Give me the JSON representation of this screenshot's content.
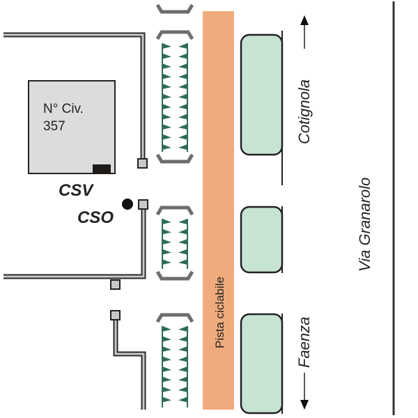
{
  "diagram": {
    "building": {
      "label_line1": "N° Civ.",
      "label_line2": "357"
    },
    "labels": {
      "csv": "CSV",
      "cso": "CSO",
      "bike_path": "Pista ciclabile",
      "street": "Via Granarolo",
      "direction_north": "Cotignola",
      "direction_south": "Faenza"
    },
    "colors": {
      "bike_path": "#f0ab7c",
      "green_island": "#c7e3d2",
      "building_fill": "#dcdcdc",
      "hedge": "#2e6b5a",
      "curb": "#6d6d6d",
      "fence": "#2a2a2a"
    }
  }
}
